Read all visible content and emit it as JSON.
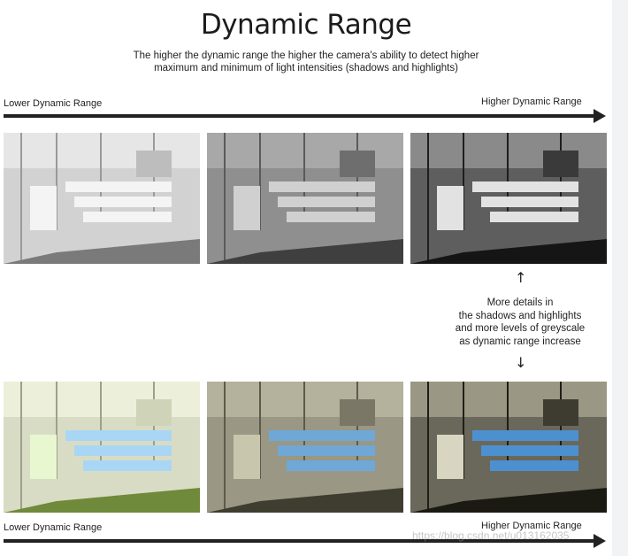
{
  "title": "Dynamic Range",
  "subtitle": "The higher the dynamic range the higher the camera's ability to detect higher maximum and minimum of light intensities (shadows and highlights)",
  "top_row": {
    "left_label": "Lower Dynamic Range",
    "right_label": "Higher Dynamic Range",
    "panels": [
      "grayscale-low-dynamic-range",
      "grayscale-mid-dynamic-range",
      "grayscale-high-dynamic-range"
    ]
  },
  "annotation": {
    "line1": "More details  in",
    "line2": "the  shadows and highlights",
    "line3": "and more levels of greyscale",
    "line4": "as dynamic range increase",
    "up_arrow": "↑",
    "down_arrow": "↓"
  },
  "bottom_row": {
    "left_label": "Lower Dynamic Range",
    "right_label": "Higher Dynamic Range",
    "panels": [
      "color-low-dynamic-range",
      "color-mid-dynamic-range",
      "color-high-dynamic-range"
    ]
  },
  "watermark": "https://blog.csdn.net/u013162035",
  "colors": {
    "arrow": "#222222",
    "background": "#ffffff"
  }
}
